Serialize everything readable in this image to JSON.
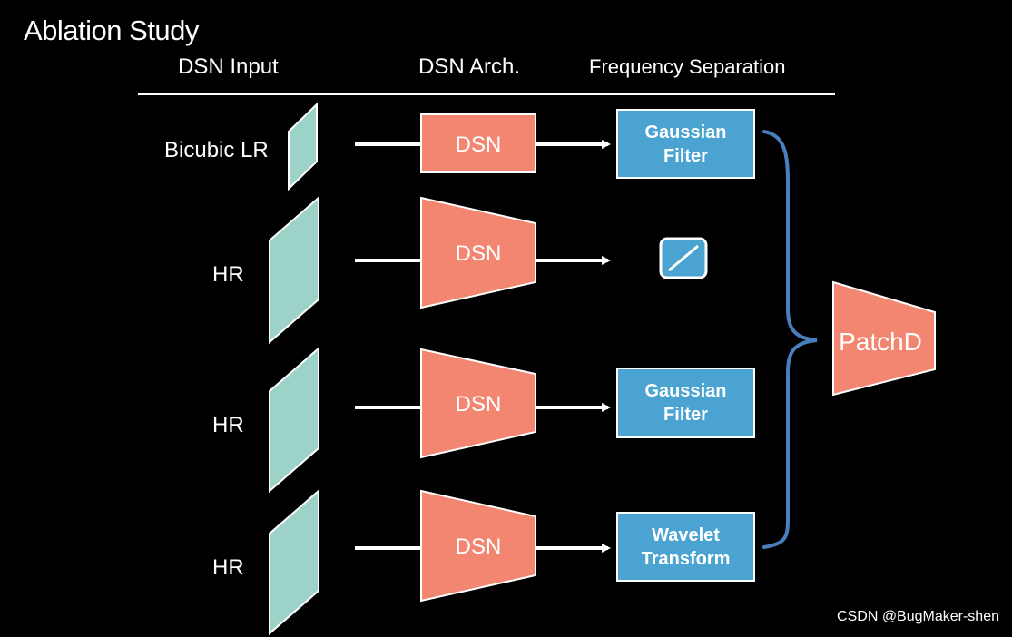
{
  "title": "Ablation Study",
  "headers": {
    "input": "DSN Input",
    "arch": "DSN Arch.",
    "freq": "Frequency Separation"
  },
  "rows": [
    {
      "input": "Bicubic LR",
      "arch": "DSN",
      "freq_line1": "Gaussian",
      "freq_line2": "Filter"
    },
    {
      "input": "HR",
      "arch": "DSN",
      "freq": "none"
    },
    {
      "input": "HR",
      "arch": "DSN",
      "freq_line1": "Gaussian",
      "freq_line2": "Filter"
    },
    {
      "input": "HR",
      "arch": "DSN",
      "freq_line1": "Wavelet",
      "freq_line2": "Transform"
    }
  ],
  "discriminator": "PatchD",
  "watermark": "CSDN @BugMaker-shen",
  "colors": {
    "background": "#000000",
    "input_parallelogram": "#9dd2c8",
    "dsn": "#f28670",
    "filter_box": "#4aa3d0",
    "brace": "#4a7fbf",
    "none_icon": "#4aa3d0"
  },
  "icons": {
    "none_icon": "slash-square-icon"
  }
}
